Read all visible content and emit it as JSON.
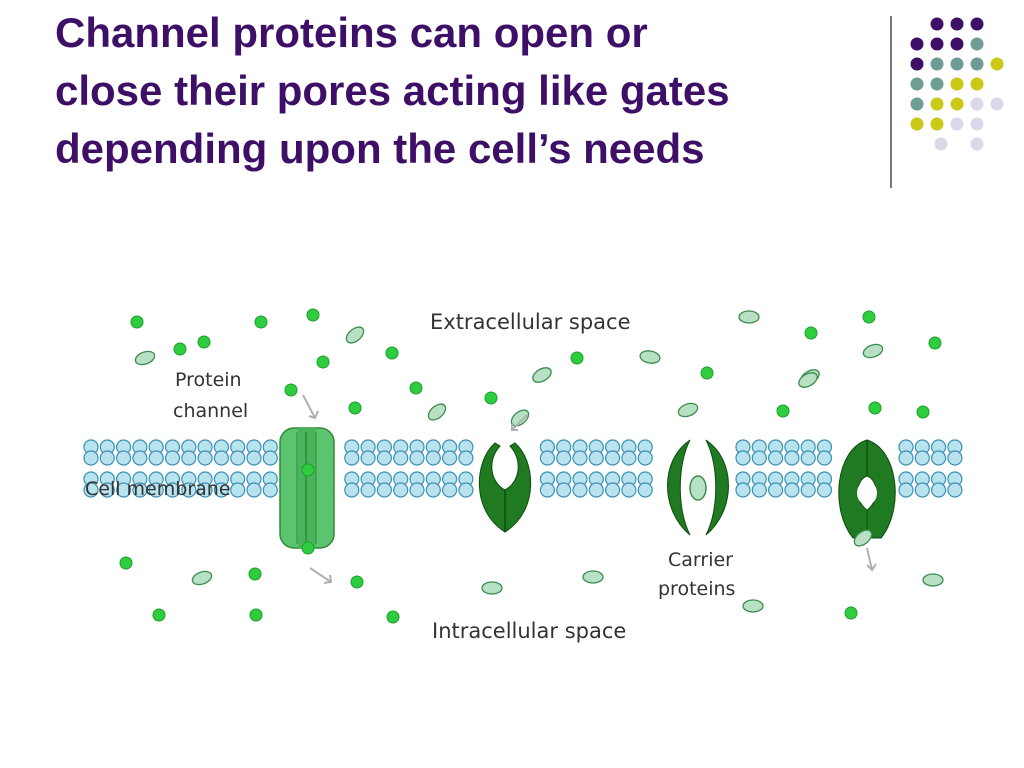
{
  "slide": {
    "title_lines": [
      "Channel proteins can open or",
      "close their pores acting like gates",
      "depending upon the cell’s needs"
    ]
  },
  "decor": {
    "dot_colors": {
      "purple": "#3d0f66",
      "teal": "#6e9d96",
      "yellow": "#c9c916",
      "lavender": "#d9d9ea"
    }
  },
  "diagram": {
    "labels": {
      "extracellular": "Extracellular space",
      "intracellular": "Intracellular space",
      "protein_channel_line1": "Protein",
      "protein_channel_line2": "channel",
      "cell_membrane": "Cell membrane",
      "carrier_line1": "Carrier",
      "carrier_line2": "proteins"
    },
    "colors": {
      "lipid_head": "#b8e2ee",
      "lipid_head_stroke": "#3a90b3",
      "channel_protein": "#5cc36f",
      "carrier_protein": "#1f7a22",
      "solute_dot": "#2ecc3f",
      "solute_oval": "#b8e0c4"
    }
  }
}
